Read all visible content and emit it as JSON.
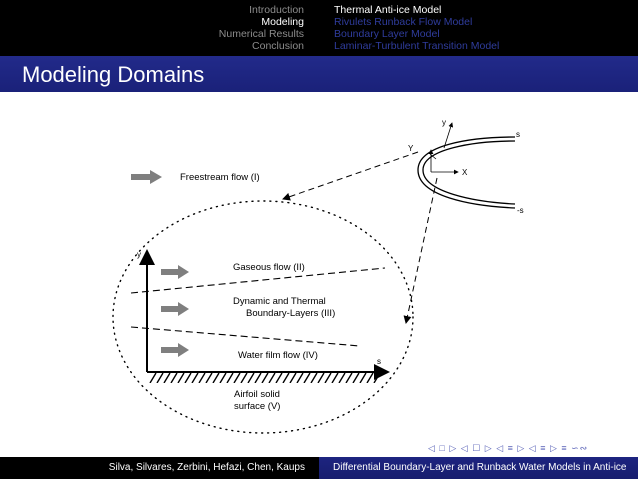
{
  "header": {
    "sections": [
      "Introduction",
      "Modeling",
      "Numerical Results",
      "Conclusion"
    ],
    "active_section": 1,
    "subsections": [
      "Thermal Anti-ice Model",
      "Rivulets Runback Flow Model",
      "Boundary Layer Model",
      "Laminar-Turbulent Transition Model"
    ],
    "active_subsection": 0
  },
  "frame_title": "Modeling Domains",
  "diagram": {
    "freestream": "Freestream flow (I)",
    "gaseous": "Gaseous flow (II)",
    "boundary_line1": "Dynamic and Thermal",
    "boundary_line2": "Boundary-Layers (III)",
    "water_film": "Water film flow (IV)",
    "surface_line1": "Airfoil solid",
    "surface_line2": "surface (V)",
    "axis_y": "y",
    "axis_s": "s",
    "airfoil_y": "y",
    "airfoil_Y": "Y",
    "airfoil_X": "X",
    "airfoil_s": "s",
    "airfoil_neg_s": "-s"
  },
  "navigation_symbols": "◁ □ ▷ ◁ ☐ ▷ ◁ ≡ ▷ ◁ ≡ ▷ ≡ ∽∾",
  "footer": {
    "authors": "Silva, Silvares, Zerbini, Hefazi, Chen, Kaups",
    "title": "Differential Boundary-Layer and Runback Water Models in Anti-ice"
  },
  "colors": {
    "header_bg": "#000000",
    "title_bar": "#1f2683",
    "arrow_gray": "#7f7f7f",
    "accent_blue": "#2f3c9c"
  }
}
